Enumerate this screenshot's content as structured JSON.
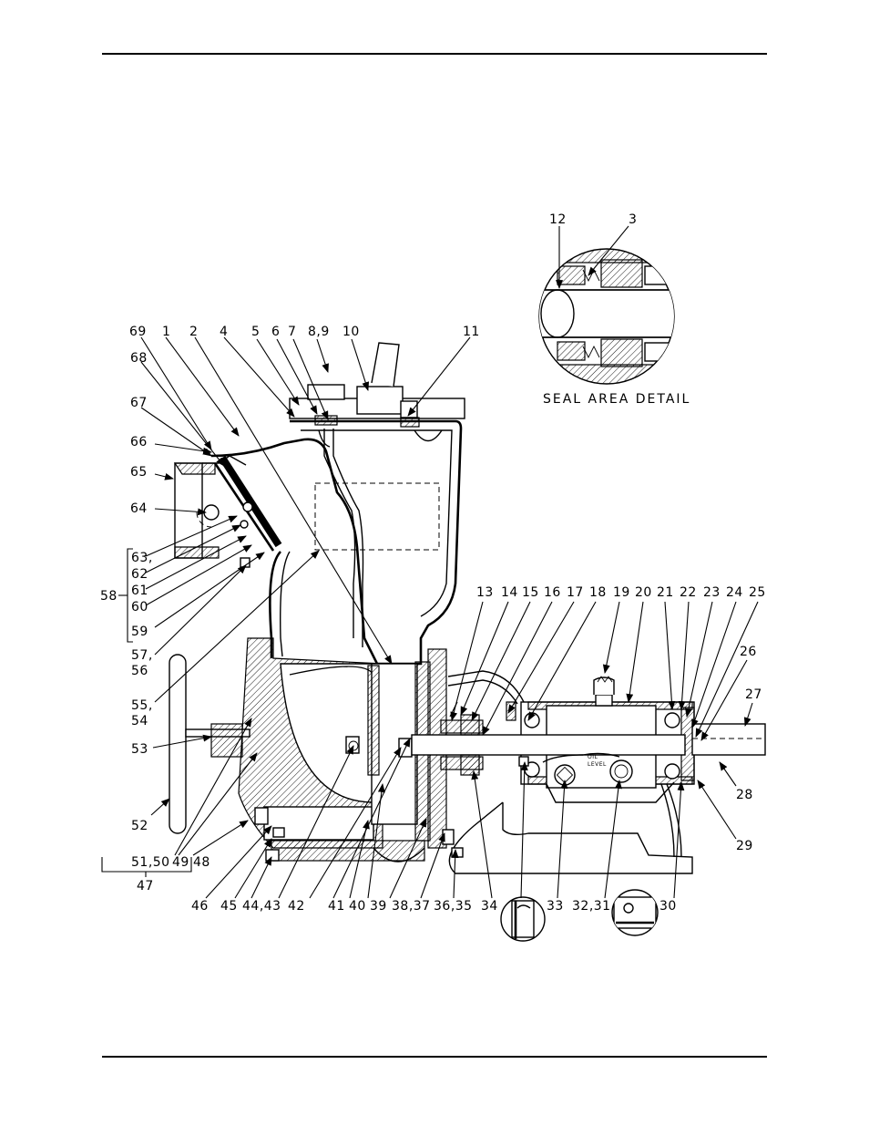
{
  "figure": {
    "detail_title": "SEAL AREA DETAIL",
    "detail_labels": [
      "12",
      "3"
    ],
    "top_labels": [
      "69",
      "1",
      "2",
      "4",
      "5",
      "6",
      "7",
      "8,9",
      "10",
      "11"
    ],
    "left_labels": [
      "68",
      "67",
      "66",
      "65",
      "64",
      "63,",
      "62",
      "61",
      "60",
      "59",
      "57,",
      "56",
      "55,",
      "54",
      "53",
      "52"
    ],
    "group_58": "58",
    "group_47": "47",
    "right_top_labels": [
      "13",
      "14",
      "15",
      "16",
      "17",
      "18",
      "19",
      "20",
      "21",
      "22",
      "23",
      "24",
      "25"
    ],
    "right_side_labels": [
      "26",
      "27",
      "28",
      "29"
    ],
    "bottom_labels": [
      "51,50",
      "49",
      "48",
      "46",
      "45",
      "44,43",
      "42",
      "41",
      "40",
      "39",
      "38,37",
      "36,35",
      "34",
      "33",
      "32,31",
      "30"
    ],
    "oil_level_text": [
      "OIL",
      "LEVEL"
    ]
  }
}
